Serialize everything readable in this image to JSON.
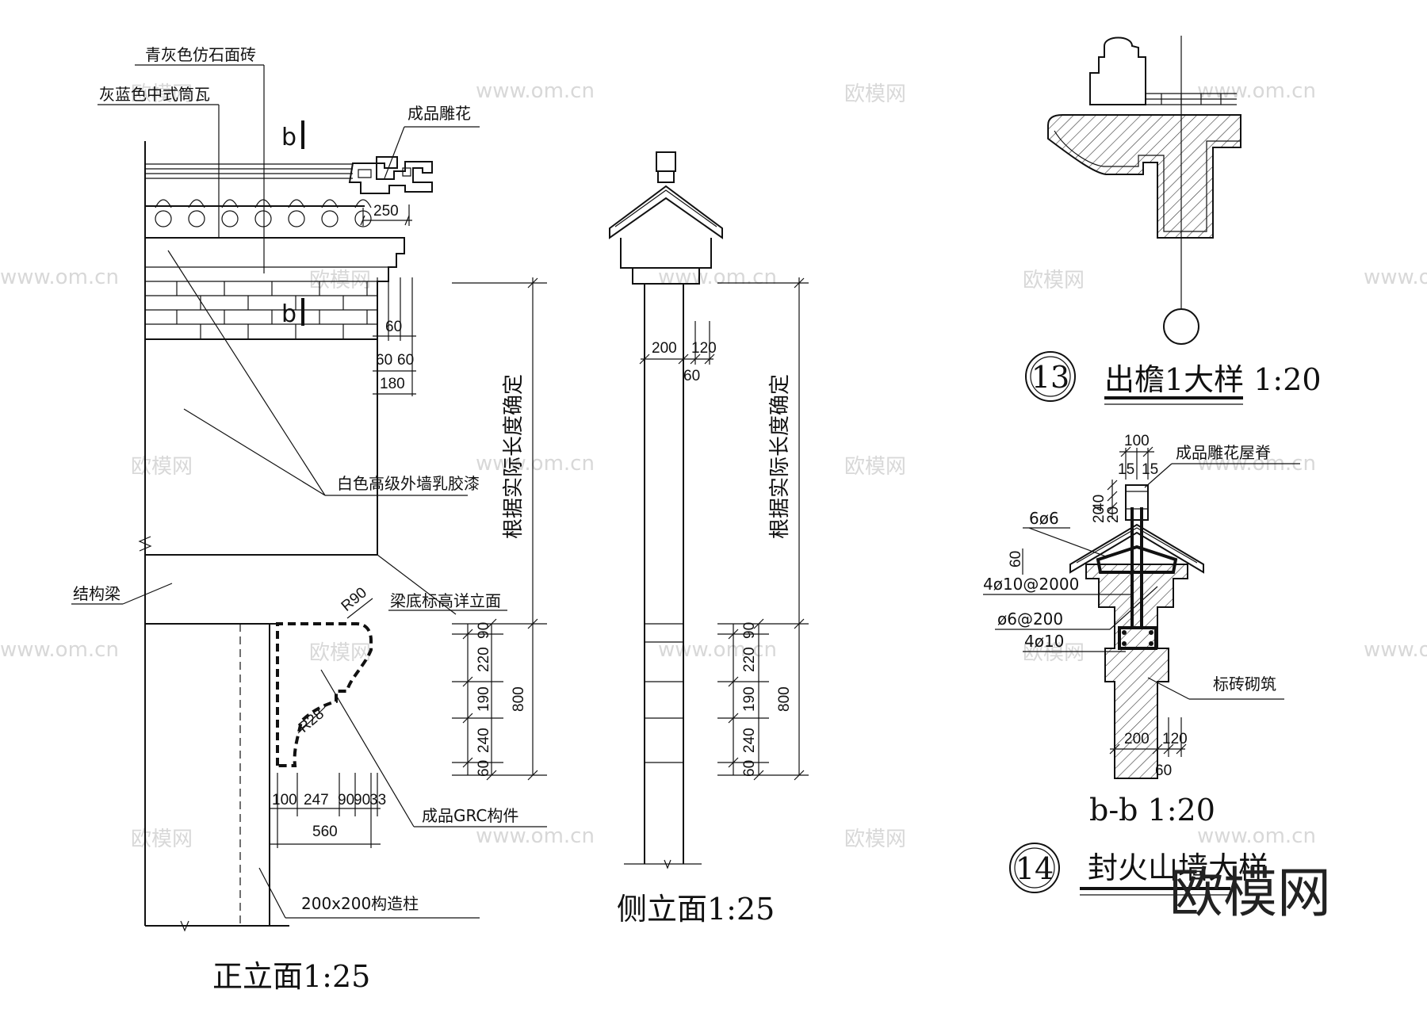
{
  "front": {
    "labels": {
      "stone_tile": "青灰色仿石面砖",
      "tube_tile": "灰蓝色中式筒瓦",
      "carving": "成品雕花",
      "paint": "白色高级外墙乳胶漆",
      "beam": "结构梁",
      "beam_note": "梁底标高详立面",
      "grc": "成品GRC构件",
      "column": "200x200构造柱",
      "height_note": "根据实际长度确定"
    },
    "section_mark_a": "b",
    "section_mark_b": "b",
    "dims": {
      "d250": "250",
      "d60_top": "60",
      "d60a": "60",
      "d60b": "60",
      "d180": "180",
      "r90": "R90",
      "r28": "R28",
      "d100": "100",
      "d247": "247",
      "d90a": "90",
      "d90b": "90",
      "d33": "33",
      "d560": "560",
      "v90": "90",
      "v220": "220",
      "v190": "190",
      "v240": "240",
      "v60": "60",
      "v800": "800"
    },
    "title": "正立面1:25"
  },
  "side": {
    "height_note": "根据实际长度确定",
    "dims": {
      "d200": "200",
      "d120": "120",
      "d60": "60",
      "v90": "90",
      "v220": "220",
      "v190": "190",
      "v240": "240",
      "v60": "60",
      "v800": "800"
    },
    "title": "侧立面1:25"
  },
  "detail13": {
    "number": "13",
    "title": "出檐1大样 1:20"
  },
  "detail14": {
    "number": "14",
    "section_title": "b-b 1:20",
    "title": "封火山墙大样",
    "labels": {
      "ridge": "成品雕花屋脊",
      "rebar1": "6ø6",
      "rebar2": "4ø10@2000",
      "rebar3": "ø6@200",
      "rebar4": "4ø10",
      "brick": "标砖砌筑"
    },
    "dims": {
      "d100": "100",
      "d15a": "15",
      "d15b": "15",
      "d40": "40",
      "d20a": "20",
      "d20b": "20",
      "d60": "60",
      "d200": "200",
      "d120": "120",
      "d60b": "60"
    }
  },
  "watermarks": {
    "site": "www.om.cn",
    "name": "欧模网",
    "brand": "欧模网"
  }
}
